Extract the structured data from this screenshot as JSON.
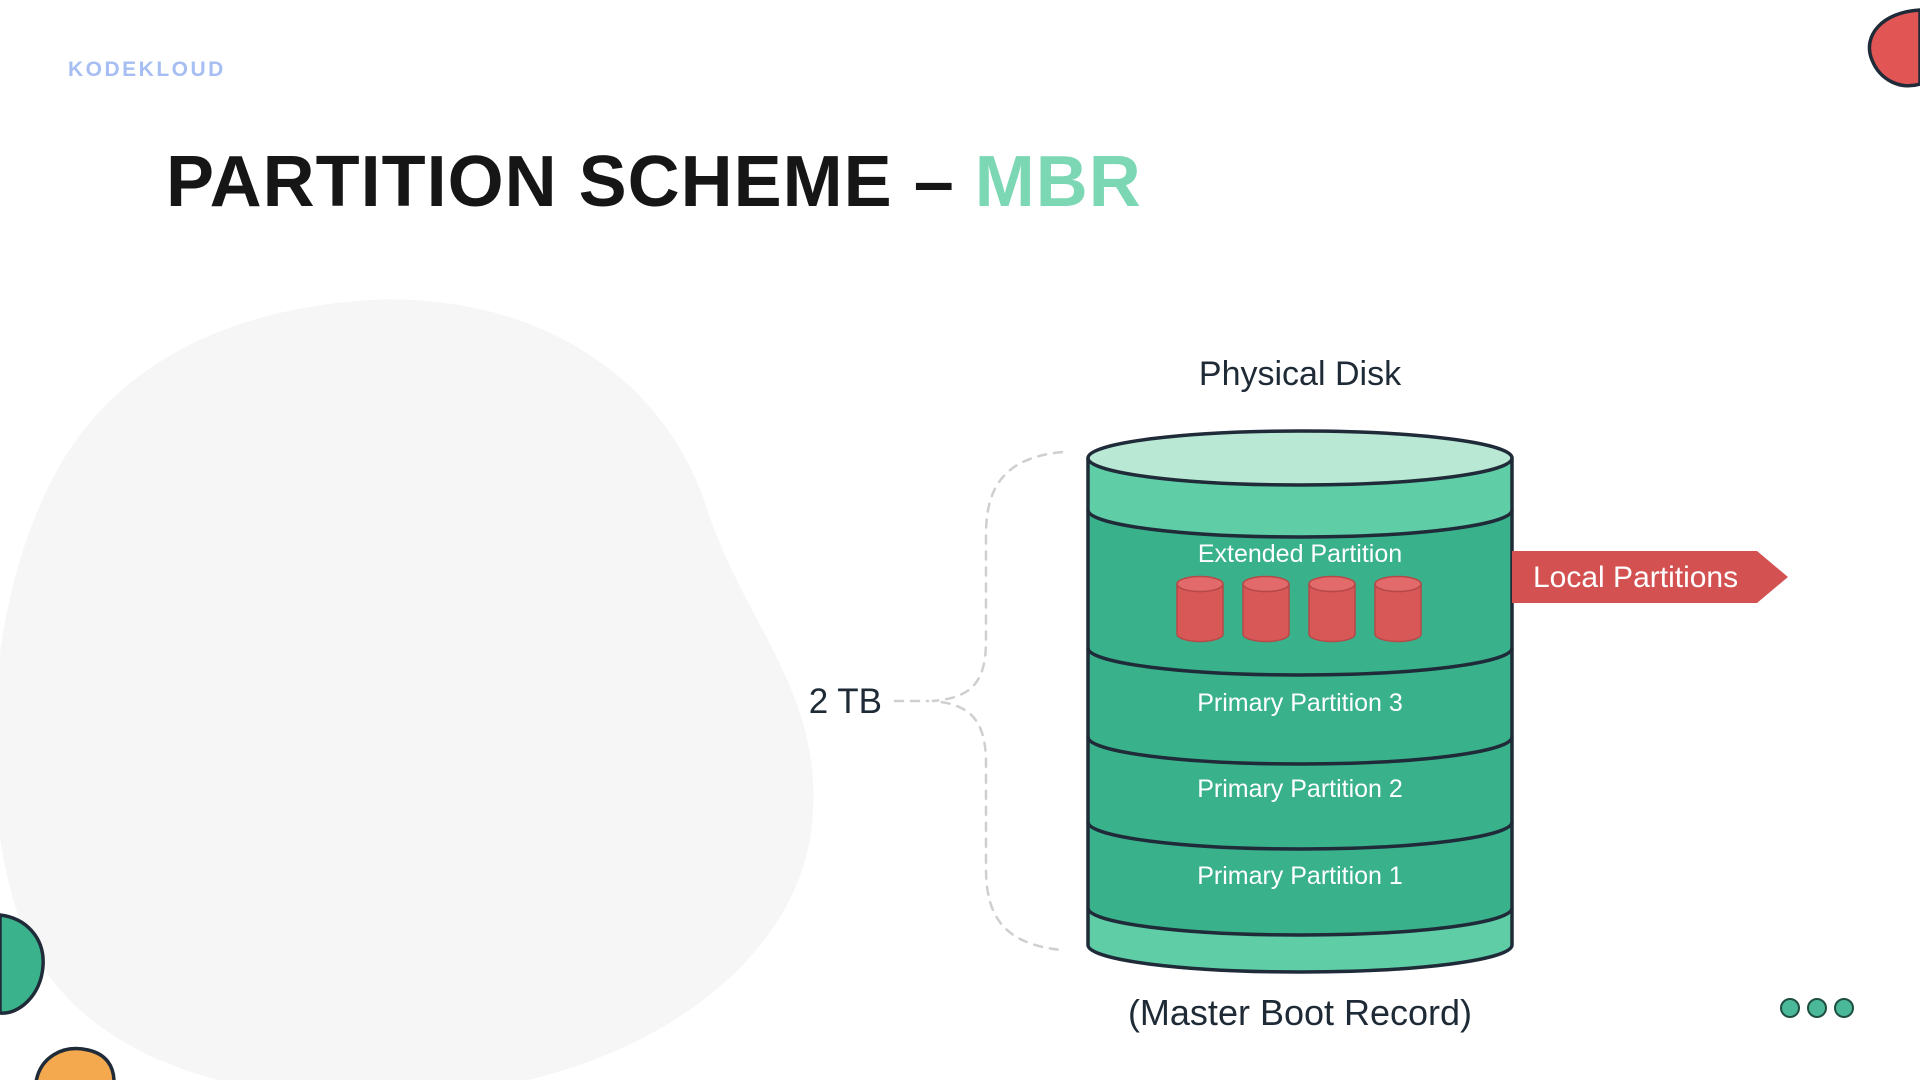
{
  "logo": {
    "text": "KODEKLOUD"
  },
  "title": {
    "main": "PARTITION SCHEME –",
    "highlight": "MBR"
  },
  "diagram": {
    "disk_label": "Physical Disk",
    "capacity_label": "2 TB",
    "mbr_label": "(Master Boot Record)",
    "banner_label": "Local Partitions",
    "partitions": {
      "extended": "Extended Partition",
      "primary3": "Primary Partition 3",
      "primary2": "Primary Partition 2",
      "primary1": "Primary Partition 1"
    }
  },
  "colors": {
    "accent_teal": "#7cd7b4",
    "disk_body_green": "#39b18b",
    "disk_rim_green": "#5fcea6",
    "disk_top_mint": "#b9e9d5",
    "outline_navy": "#1f2b38",
    "banner_red": "#d35151",
    "mini_cylinder_red": "#d85858",
    "logo_periwinkle": "#a7bef3",
    "brace_gray": "#cfcfcf",
    "background_blob_gray": "#f6f6f6"
  }
}
